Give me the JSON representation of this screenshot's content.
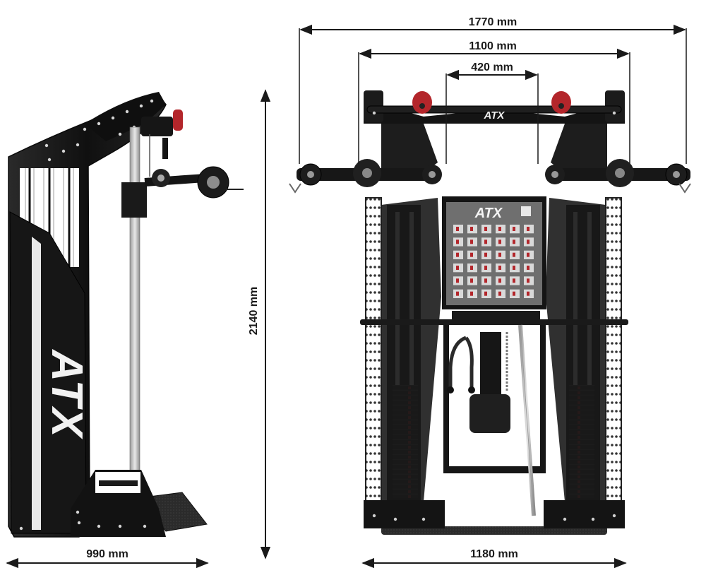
{
  "brand": {
    "name": "ATX",
    "frame_color": "#151515",
    "accent_color": "#b3262b",
    "steel_color": "#c8c8c8",
    "panel_color": "#6f6f6f"
  },
  "dimensions": {
    "overall_width": "1770 mm",
    "inner_width": "1100 mm",
    "pulley_spacing": "420 mm",
    "height": "2140 mm",
    "depth": "990 mm",
    "base_width": "1180 mm"
  },
  "views": {
    "side": {
      "logo": "ATX"
    },
    "front": {
      "logo_top": "ATX",
      "logo_panel": "ATX"
    }
  },
  "exercise_chart": {
    "rows": 6,
    "cols": 6
  }
}
